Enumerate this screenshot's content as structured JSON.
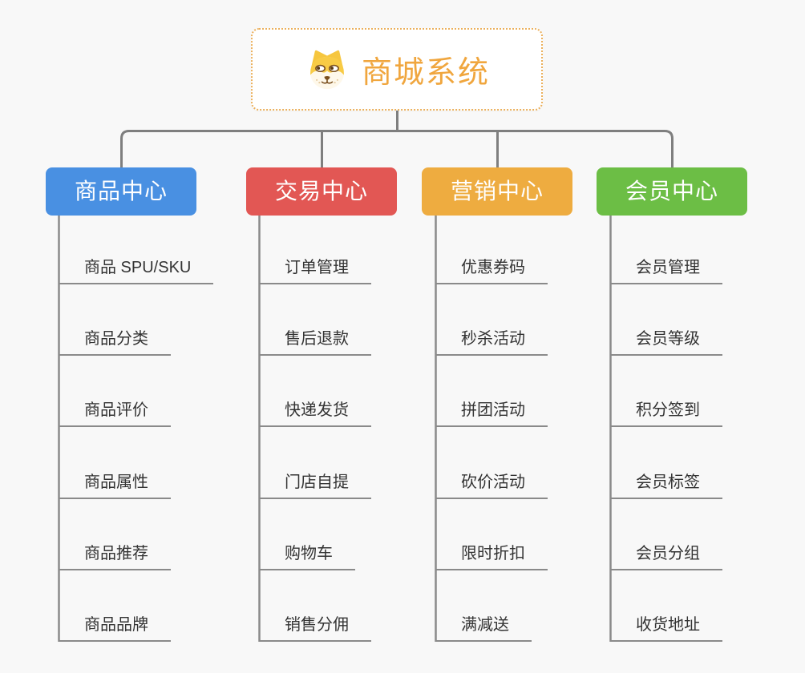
{
  "background_color": "#F8F8F8",
  "connector_color": "#7F7F7F",
  "underline_color": "#8A8A8A",
  "root": {
    "title": "商城系统",
    "icon": "dog-face-icon",
    "title_color": "#F0A63E",
    "border_color": "#EBB05C"
  },
  "branches": [
    {
      "label": "商品中心",
      "color": "#4990E2",
      "children": [
        "商品 SPU/SKU",
        "商品分类",
        "商品评价",
        "商品属性",
        "商品推荐",
        "商品品牌"
      ]
    },
    {
      "label": "交易中心",
      "color": "#E25754",
      "children": [
        "订单管理",
        "售后退款",
        "快递发货",
        "门店自提",
        "购物车",
        "销售分佣"
      ]
    },
    {
      "label": "营销中心",
      "color": "#EEAC40",
      "children": [
        "优惠券码",
        "秒杀活动",
        "拼团活动",
        "砍价活动",
        "限时折扣",
        "满减送"
      ]
    },
    {
      "label": "会员中心",
      "color": "#6CBE45",
      "children": [
        "会员管理",
        "会员等级",
        "积分签到",
        "会员标签",
        "会员分组",
        "收货地址"
      ]
    }
  ]
}
